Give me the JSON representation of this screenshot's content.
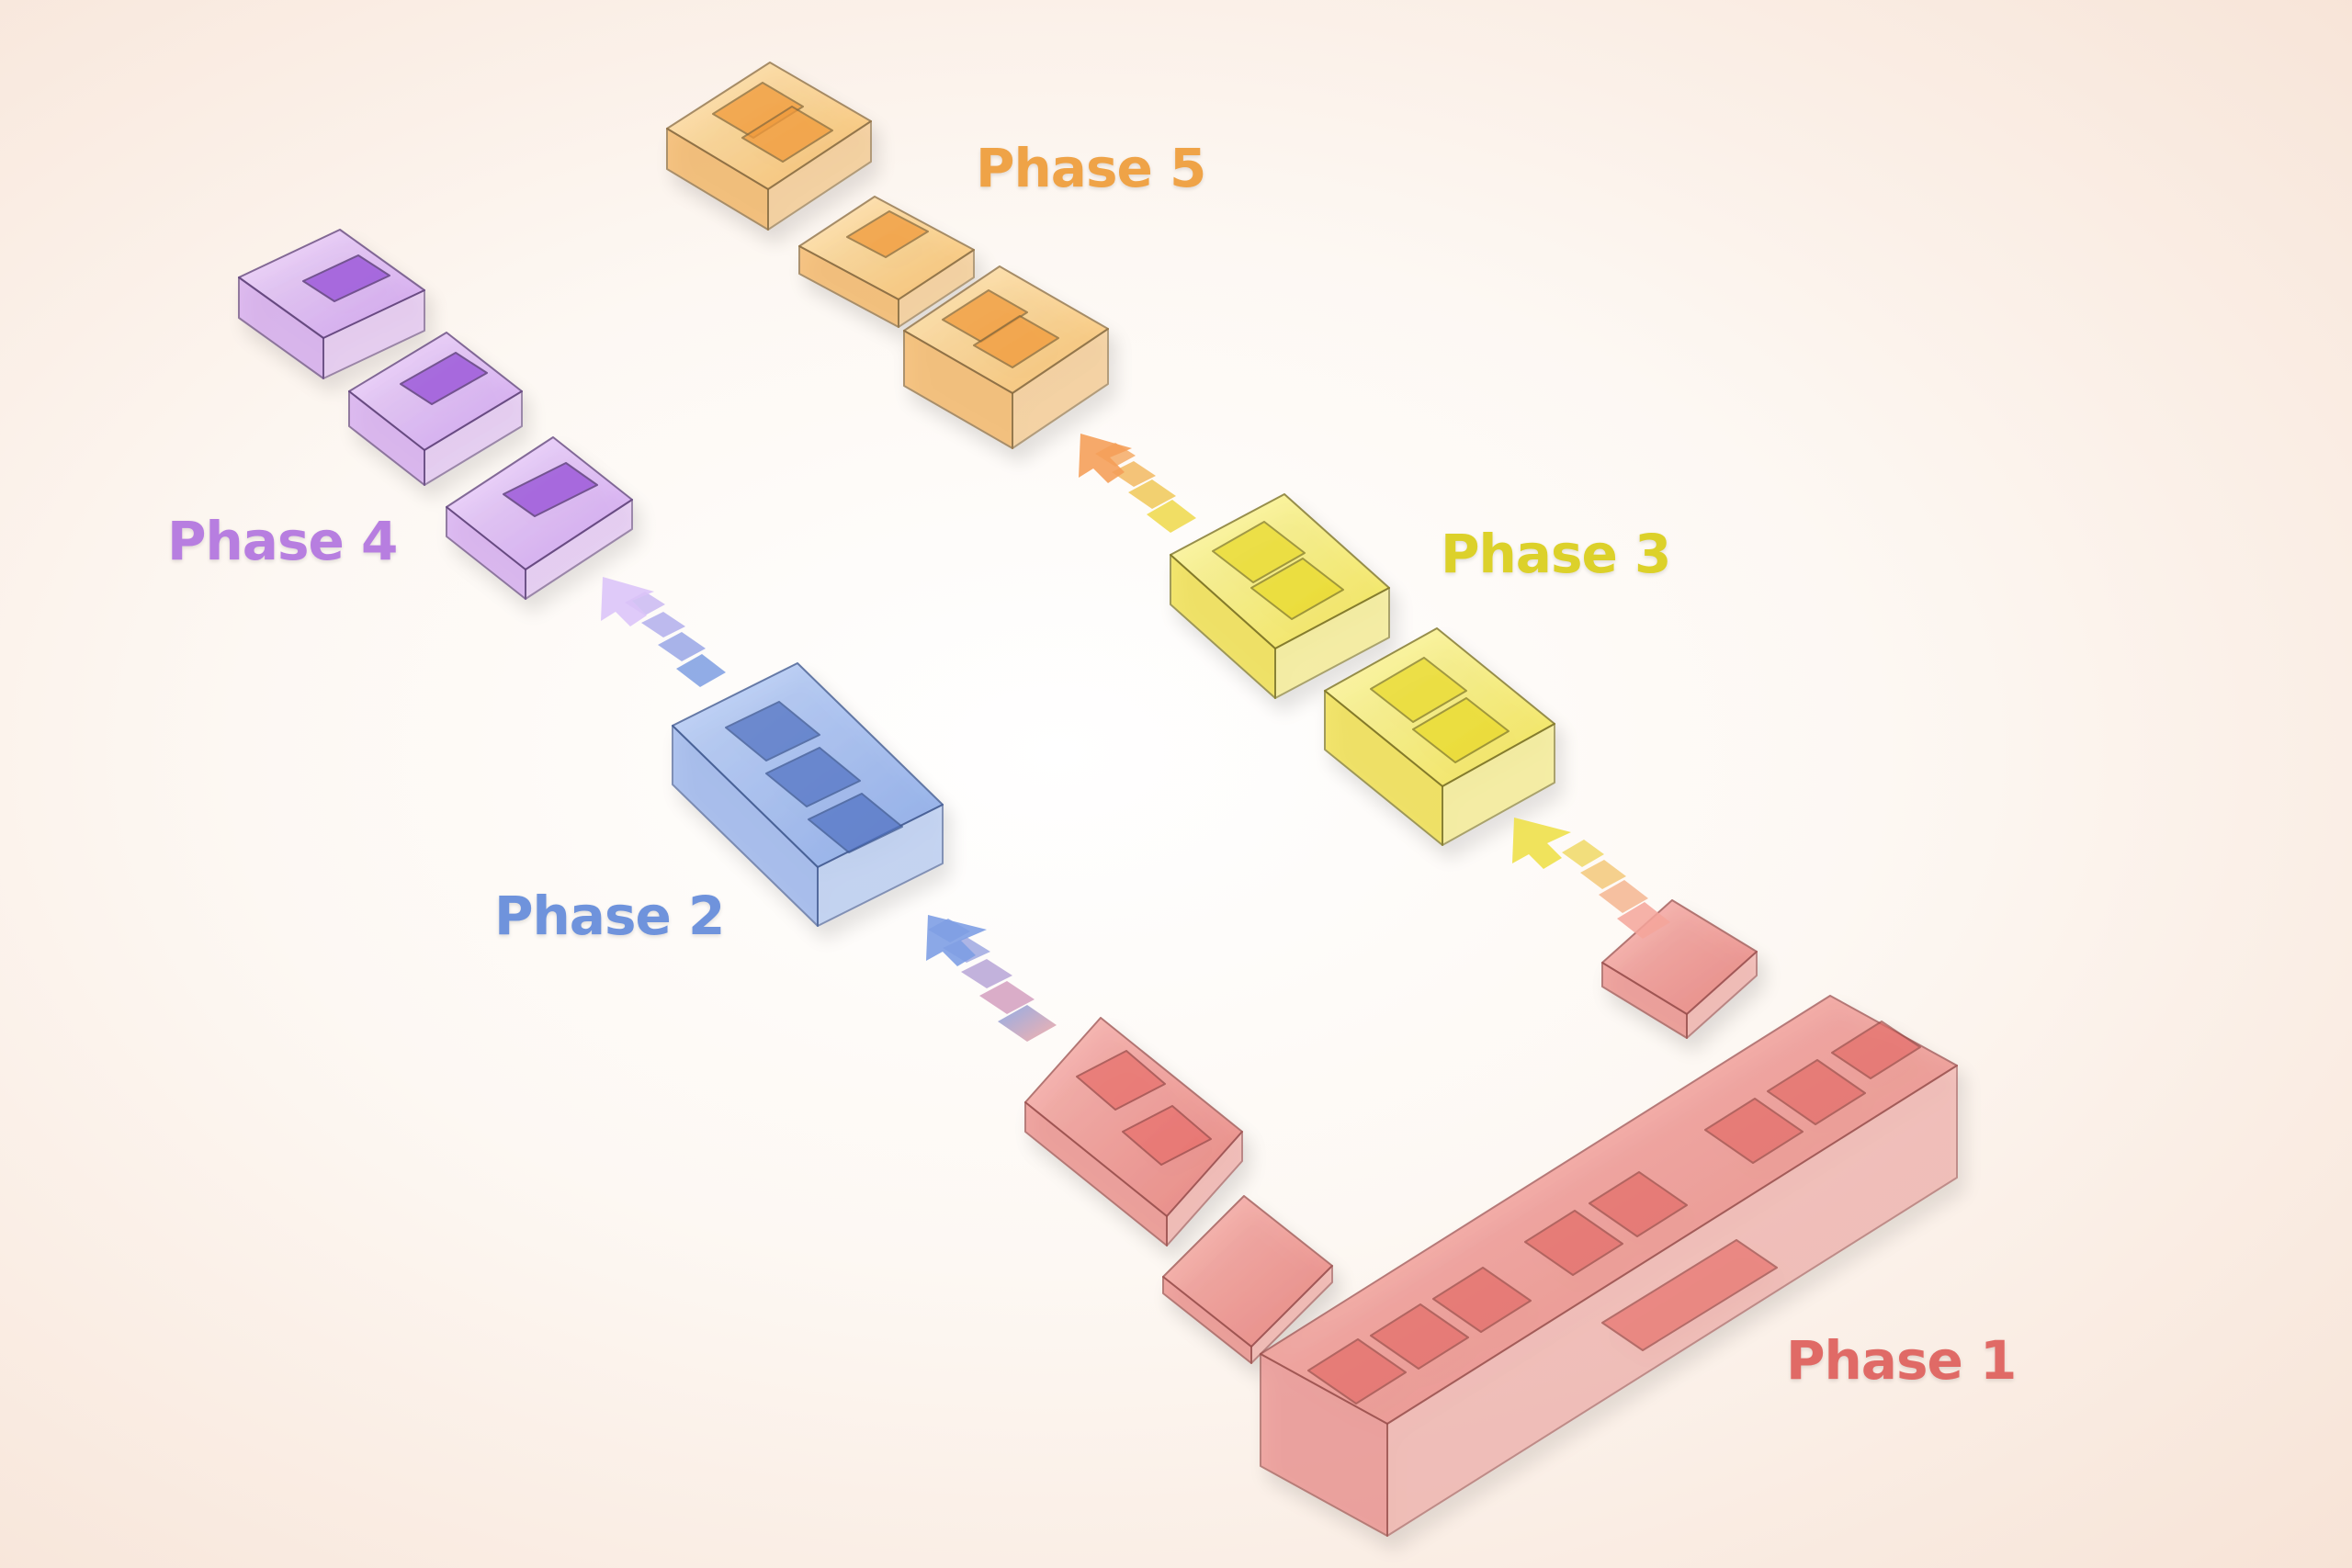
{
  "labels": {
    "phase1": "Phase 1",
    "phase2": "Phase 2",
    "phase3": "Phase 3",
    "phase4": "Phase 4",
    "phase5": "Phase 5"
  },
  "colors": {
    "phase1": "#e06a66",
    "phase2": "#6f93dc",
    "phase3": "#dcd12a",
    "phase4": "#b77ee0",
    "phase5": "#efa347"
  },
  "icons": {
    "growth_arrow": "arrow-up-left-icon"
  }
}
